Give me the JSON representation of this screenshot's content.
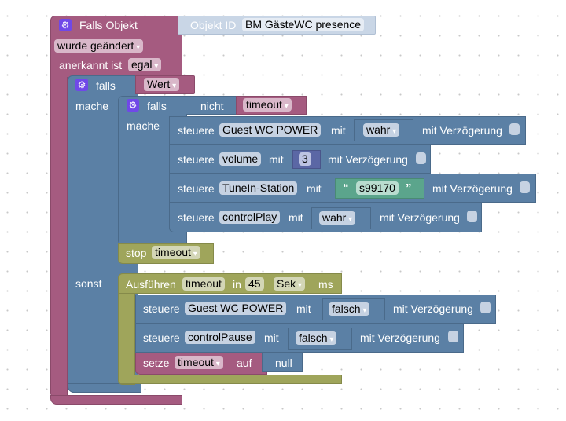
{
  "trigger": {
    "title": "Falls Objekt",
    "object_label": "Objekt ID",
    "object_value": "BM GästeWC presence",
    "change_mode": "wurde geändert",
    "ack_label": "anerkannt ist",
    "ack_value": "egal"
  },
  "if_outer": {
    "falls": "falls",
    "condition": "Wert",
    "mache": "mache",
    "sonst": "sonst"
  },
  "if_inner": {
    "falls": "falls",
    "not_label": "nicht",
    "variable": "timeout",
    "mache": "mache"
  },
  "then_actions": [
    {
      "verb": "steuere",
      "target": "Guest WC POWER",
      "mit": "mit",
      "value": "wahr",
      "delay_label": "mit Verzögerung"
    },
    {
      "verb": "steuere",
      "target": "volume",
      "mit": "mit",
      "value": "3",
      "delay_label": "mit Verzögerung"
    },
    {
      "verb": "steuere",
      "target": "TuneIn-Station",
      "mit": "mit",
      "value": "s99170",
      "delay_label": "mit Verzögerung"
    },
    {
      "verb": "steuere",
      "target": "controlPlay",
      "mit": "mit",
      "value": "wahr",
      "delay_label": "mit Verzögerung"
    }
  ],
  "stop_block": {
    "label": "stop",
    "variable": "timeout"
  },
  "timeout_block": {
    "label": "Ausführen",
    "variable": "timeout",
    "in_label": "in",
    "delay": "45",
    "unit": "Sek",
    "suffix": "ms"
  },
  "else_actions": [
    {
      "verb": "steuere",
      "target": "Guest WC POWER",
      "mit": "mit",
      "value": "falsch",
      "delay_label": "mit Verzögerung"
    },
    {
      "verb": "steuere",
      "target": "controlPause",
      "mit": "mit",
      "value": "falsch",
      "delay_label": "mit Verzögerung"
    }
  ],
  "set_block": {
    "label": "setze",
    "variable": "timeout",
    "auf": "auf",
    "value": "null"
  },
  "icons": {
    "gear": "⚙",
    "quote_open": "“",
    "quote_close": "”"
  }
}
